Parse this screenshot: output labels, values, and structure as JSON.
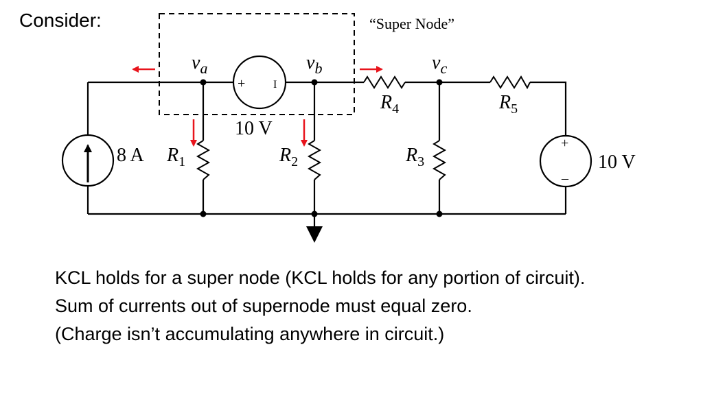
{
  "heading": "Consider:",
  "circuit": {
    "supernode_label": "“Super Node”",
    "node_a": {
      "letter": "v",
      "sub": "a"
    },
    "node_b": {
      "letter": "v",
      "sub": "b"
    },
    "node_c": {
      "letter": "v",
      "sub": "c"
    },
    "r1": {
      "letter": "R",
      "sub": "1"
    },
    "r2": {
      "letter": "R",
      "sub": "2"
    },
    "r3": {
      "letter": "R",
      "sub": "3"
    },
    "r4": {
      "letter": "R",
      "sub": "4"
    },
    "r5": {
      "letter": "R",
      "sub": "5"
    },
    "source_current": "8 A",
    "source_voltage_mid": "10 V",
    "source_voltage_right": "10 V",
    "plus_sign": "+",
    "minus_sign": "–",
    "minus_bar": "I"
  },
  "colors": {
    "arrow": "#e8141c",
    "wire": "#000000"
  },
  "body": {
    "line1": "KCL holds for a super node (KCL holds for any portion of circuit).",
    "line2": "Sum of currents out of supernode must equal zero.",
    "line3": "(Charge isn’t accumulating anywhere in circuit.)"
  }
}
